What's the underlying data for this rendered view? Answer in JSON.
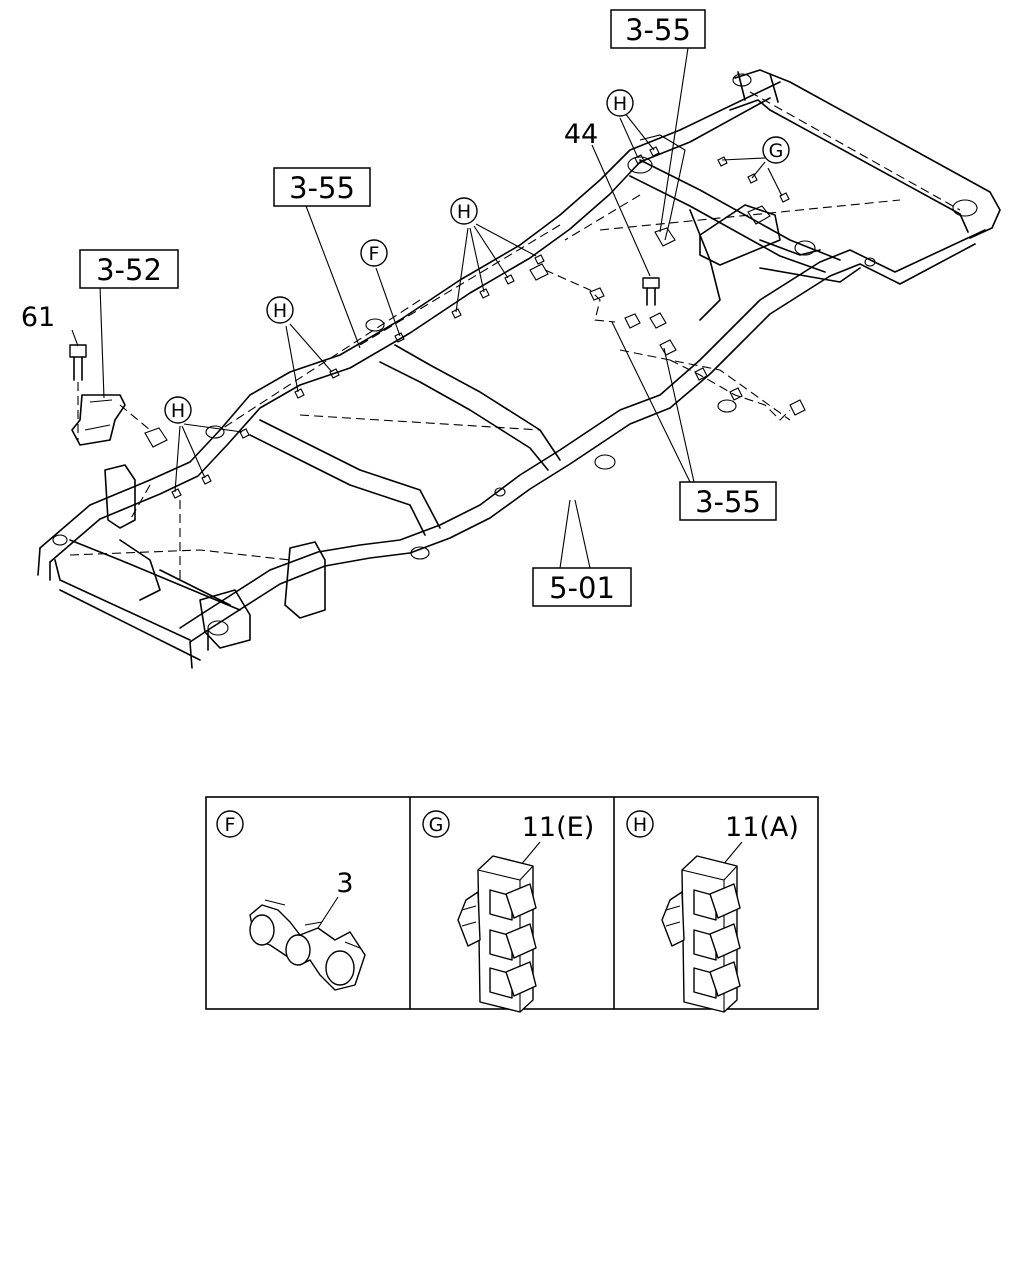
{
  "ref_boxes": {
    "ref_top": "3-55",
    "ref_left_mid": "3-55",
    "ref_left": "3-52",
    "ref_right": "3-55",
    "ref_frame": "5-01"
  },
  "part_numbers": {
    "bolt_44": "44",
    "bolt_61": "61"
  },
  "callouts": {
    "h1": "H",
    "h2": "H",
    "h3": "H",
    "h4": "H",
    "f1": "F",
    "g1": "G"
  },
  "detail_panels": [
    {
      "letter": "F",
      "part": "3"
    },
    {
      "letter": "G",
      "part": "11(E)"
    },
    {
      "letter": "H",
      "part": "11(A)"
    }
  ]
}
